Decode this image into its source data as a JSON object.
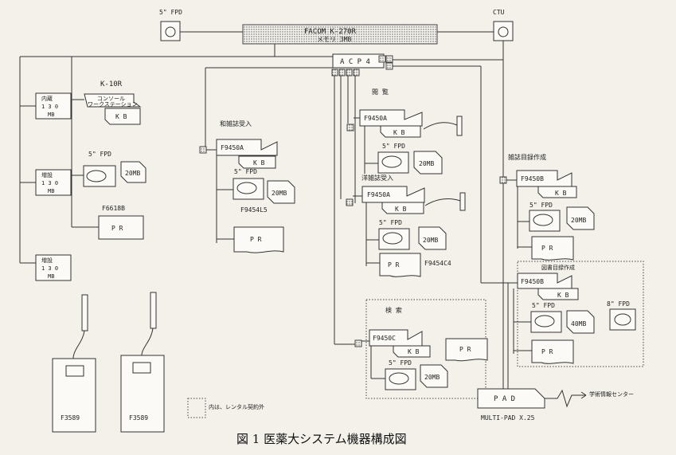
{
  "labels": {
    "fpd_top": "5\" FPD",
    "ctu": "CTU",
    "facom": "FACOM K-270R",
    "memory": "メモリ  3MB",
    "acp": "A C P 4",
    "k10r": "K-10R",
    "console": "コンソール",
    "workstation": "ワークステーション",
    "kb": "K B",
    "disk_internal": [
      "内蔵",
      "1 3 0",
      "MB"
    ],
    "disk_add1": [
      "増設",
      "1 3 0",
      "MB"
    ],
    "disk_add2": [
      "増設",
      "1 3 0",
      "MB"
    ],
    "fpd": "5\" FPD",
    "fpd8": "8\" FPD",
    "mb20": "20MB",
    "mb40": "40MB",
    "f6618b": "F6618B",
    "pr": "P R",
    "wazasshi": "和雑誌受入",
    "f9450a": "F9450A",
    "f9454l5": "F9454L5",
    "etsuran": "閲 覧",
    "yozasshi": "洋雑誌受入",
    "f9454c4": "F9454C4",
    "kensaku": "検 索",
    "f9450c": "F9450C",
    "zasshi_mokuroku": "雑誌目録作成",
    "tosho_mokuroku": "図書目録作成",
    "f9450b": "F9450B",
    "pad": "P A D",
    "gakujutsu": "学術情報センター",
    "multipad": "MULTI-PAD X.25",
    "f3589": "F3589",
    "legend": "内は、レンタル契約外",
    "caption": "図 1  医薬大システム機器構成図"
  }
}
